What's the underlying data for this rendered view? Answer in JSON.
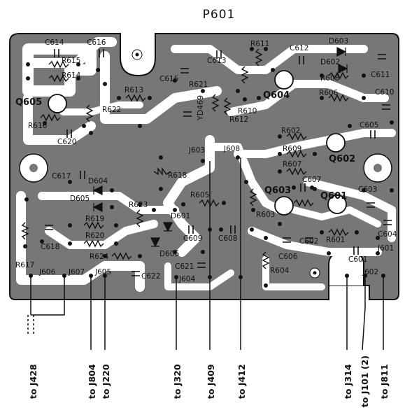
{
  "diagram": {
    "title": "P601",
    "watermark": "YD469",
    "colors": {
      "board": "#777777",
      "trace": "#ffffff",
      "ink": "#111111"
    },
    "labels": {
      "C614": "C614",
      "C616": "C616",
      "R615": "R615",
      "R614": "R614",
      "Q605": "Q605",
      "R616": "R616",
      "C620": "C620",
      "R622": "R622",
      "R613": "R613",
      "C615": "C615",
      "R621": "R621",
      "C613": "C613",
      "R611": "R611",
      "R610": "R610",
      "R612": "R612",
      "C612": "C612",
      "D603": "D603",
      "D602": "D602",
      "C611": "C611",
      "R608": "R608",
      "R606": "R606",
      "Q604": "Q604",
      "C610": "C610",
      "C605": "C605",
      "R602": "R602",
      "R609": "R609",
      "Q602": "Q602",
      "R607": "R607",
      "C617": "C617",
      "D604": "D604",
      "R618": "R618",
      "D605": "D605",
      "R605": "R605",
      "Q603": "Q603",
      "C607": "C607",
      "Q601": "Q601",
      "C603": "C603",
      "R623": "R623",
      "D601": "D601",
      "R619": "R619",
      "R620": "R620",
      "C618": "C618",
      "R603": "R603",
      "C609": "C609",
      "C608": "C608",
      "C604": "C604",
      "C602": "C602",
      "R601": "R601",
      "C606": "C606",
      "R617": "R617",
      "R624": "R624",
      "D606": "D606",
      "C622": "C622",
      "C621": "C621",
      "R604": "R604",
      "C601": "C601"
    },
    "connectors": {
      "J601": "J601",
      "J602": "J602",
      "J603": "J603",
      "J604": "J604",
      "J605": "J605",
      "J606": "J606",
      "J607": "J607",
      "J608": "J608"
    },
    "destinations": {
      "J428": "to J428",
      "J804": "to J804",
      "J220": "to J220",
      "J320": "to J320",
      "J409": "to J409",
      "J412": "to J412",
      "J314": "to J314",
      "J101": "to J101 (2)",
      "J811": "to J811"
    }
  }
}
